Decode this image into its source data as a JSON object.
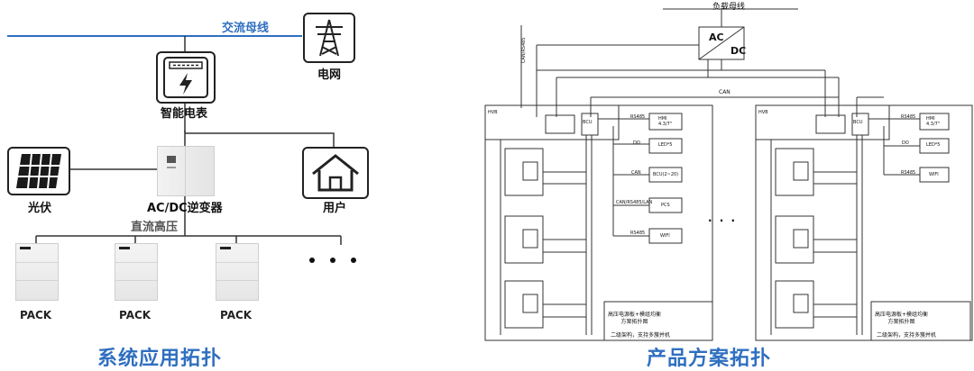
{
  "left": {
    "ac_bus_label": "交流母线",
    "grid_label": "电网",
    "meter_label": "智能电表",
    "pv_label": "光伏",
    "inverter_label": "AC/DC逆变器",
    "user_label": "用户",
    "dc_hv_label": "直流高压",
    "packs": [
      "PACK",
      "PACK",
      "PACK"
    ],
    "caption": "系统应用拓扑"
  },
  "right": {
    "load_bus_label": "负载母线",
    "acdc_ac": "AC",
    "acdc_dc": "DC",
    "can_label": "CAN",
    "canrs485_label": "CAN/RS485",
    "ellipsis": "· · ·",
    "hvb": "HVB",
    "bcu": "BCU",
    "panel": {
      "rs485": "RS485",
      "hmi": "HMI\n4.3/7\"",
      "do": "DO",
      "led": "LED*5",
      "can": "CAN",
      "bcu2": "BCU(2~20)",
      "can_rs485_lan": "CAN/RS485/LAN",
      "pcs": "PCS",
      "rs485_2": "RS485",
      "wifi": "WIFI"
    },
    "note_title": "高压电源板+模组均衡\n方案拓扑图",
    "note_sub": "二级架构，支持多簇并机",
    "caption": "产品方案拓扑"
  }
}
